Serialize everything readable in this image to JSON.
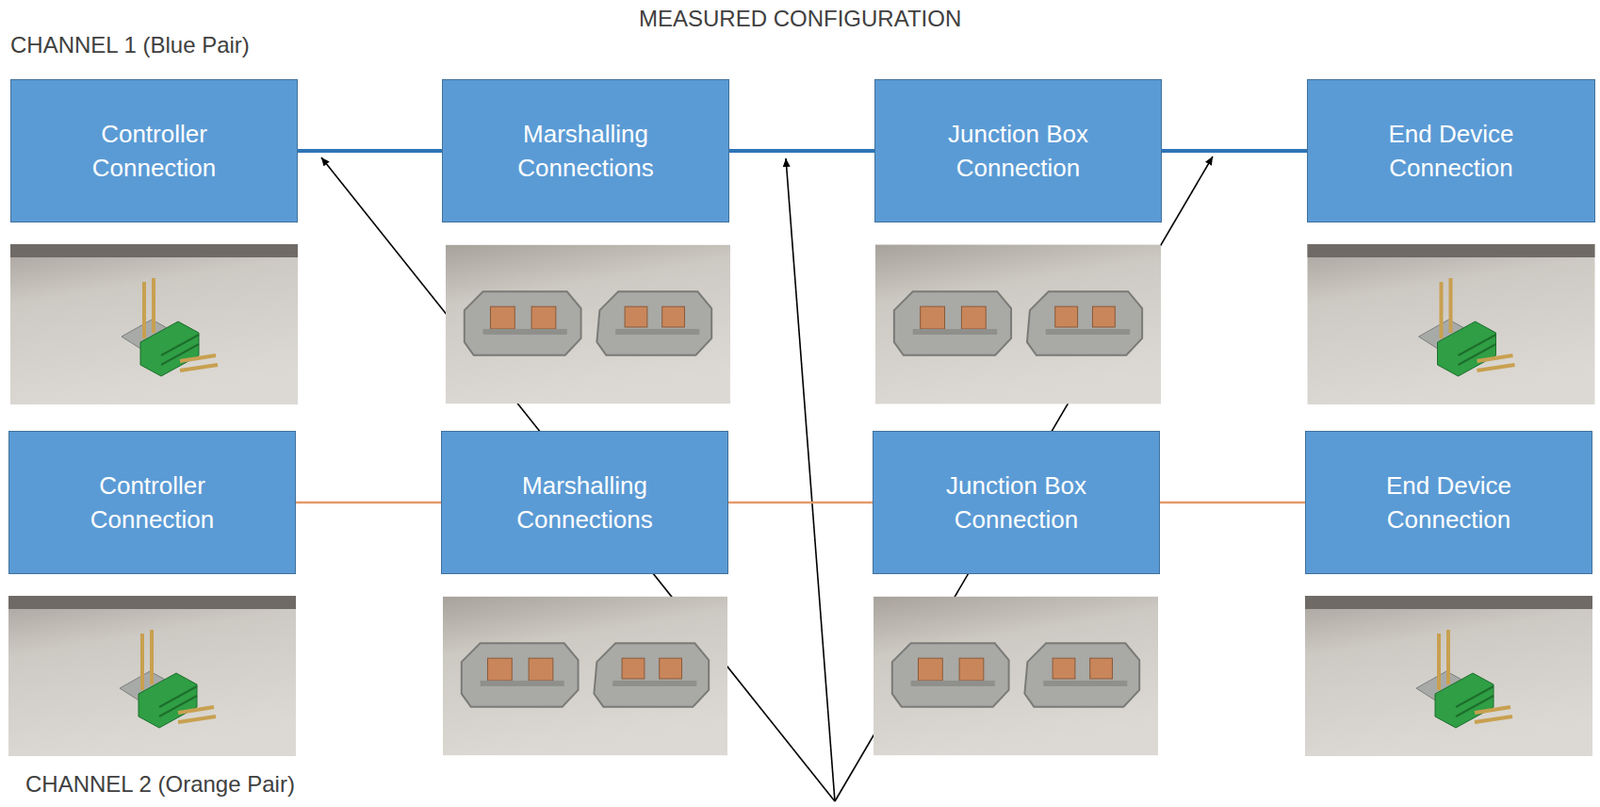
{
  "diagram": {
    "title": "MEASURED CONFIGURATION",
    "nodes": [
      {
        "text": [
          "Controller Connection"
        ]
      },
      {
        "text": [
          "Marshalling Connections"
        ]
      },
      {
        "text": [
          "Junction Box Connection"
        ]
      },
      {
        "text": [
          "End Device Connection"
        ]
      },
      {
        "text": [
          "Controller Connection"
        ]
      },
      {
        "text": [
          "Marshalling Connections"
        ]
      },
      {
        "text": [
          "Junction Box Connection"
        ]
      },
      {
        "text": [
          "End Device Connection"
        ]
      }
    ],
    "edges": [
      {
        "from": 0,
        "to": 1,
        "arrow": "none"
      },
      {
        "from": 1,
        "to": 2,
        "arrow": "none"
      },
      {
        "from": 2,
        "to": 3,
        "arrow": "none"
      },
      {
        "from": 4,
        "to": 5,
        "arrow": "none"
      },
      {
        "from": 5,
        "to": 6,
        "arrow": "none"
      },
      {
        "from": 6,
        "to": 7,
        "arrow": "none"
      }
    ],
    "labels": [
      "CHANNEL 1 (Blue Pair)",
      "CHANNEL 2 (Orange Pair)"
    ]
  }
}
